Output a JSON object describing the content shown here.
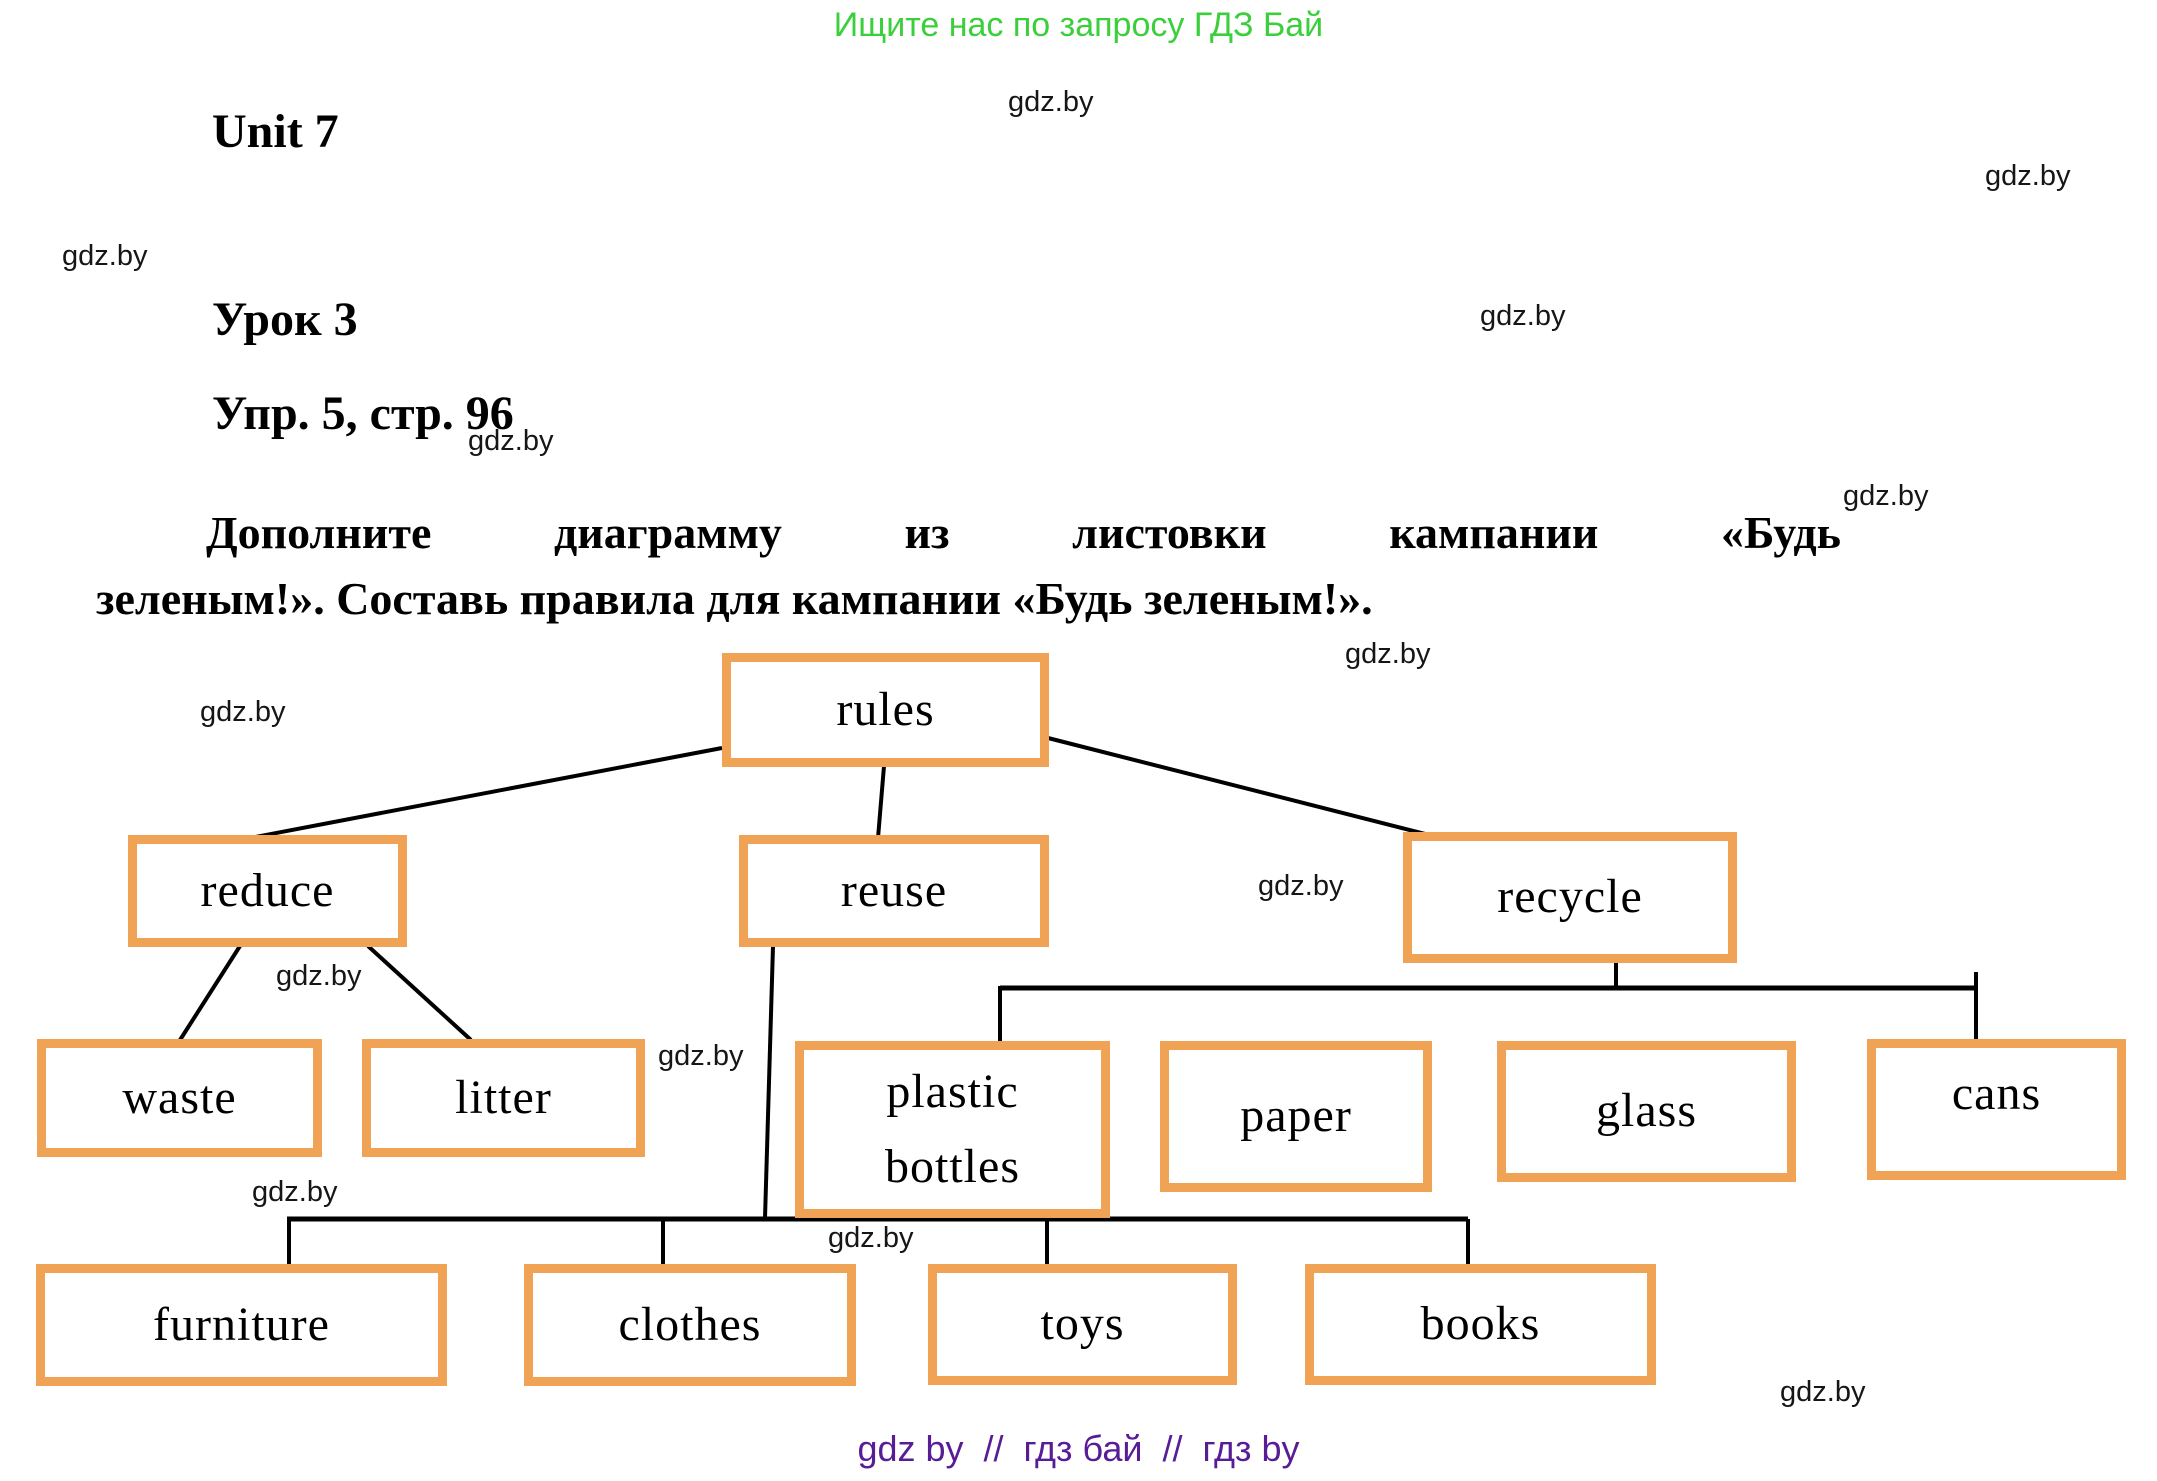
{
  "header": {
    "promo": "Ищите нас по запросу ГДЗ Бай"
  },
  "watermark": "gdz.by",
  "titles": {
    "unit": "Unit 7",
    "lesson": "Урок 3",
    "exercise": "Упр. 5, стр. 96"
  },
  "task": {
    "line1": "Дополните диаграмму из листовки кампании «Будь",
    "line2": "зеленым!». Составь правила для кампании «Будь зеленым!»."
  },
  "diagram": {
    "root": "rules",
    "nodes": {
      "rules": "rules",
      "reduce": "reduce",
      "reuse": "reuse",
      "recycle": "recycle",
      "waste": "waste",
      "litter": "litter",
      "plastic_bottles": "plastic bottles",
      "paper": "paper",
      "glass": "glass",
      "cans": "cans",
      "furniture": "furniture",
      "clothes": "clothes",
      "toys": "toys",
      "books": "books"
    },
    "edges": [
      {
        "parent": "rules",
        "children": [
          "reduce",
          "reuse",
          "recycle"
        ]
      },
      {
        "parent": "reduce",
        "children": [
          "waste",
          "litter"
        ]
      },
      {
        "parent": "recycle",
        "children": [
          "plastic bottles",
          "paper",
          "glass",
          "cans"
        ]
      },
      {
        "parent": "reuse",
        "children": [
          "furniture",
          "clothes",
          "toys",
          "books"
        ]
      }
    ]
  },
  "footer": {
    "text": "gdz by  //  гдз бай  //  гдз by"
  },
  "colors": {
    "box_border": "#F0A355",
    "promo_green": "#3BCF3B",
    "footer_purple": "#571C96",
    "line_black": "#000000"
  }
}
